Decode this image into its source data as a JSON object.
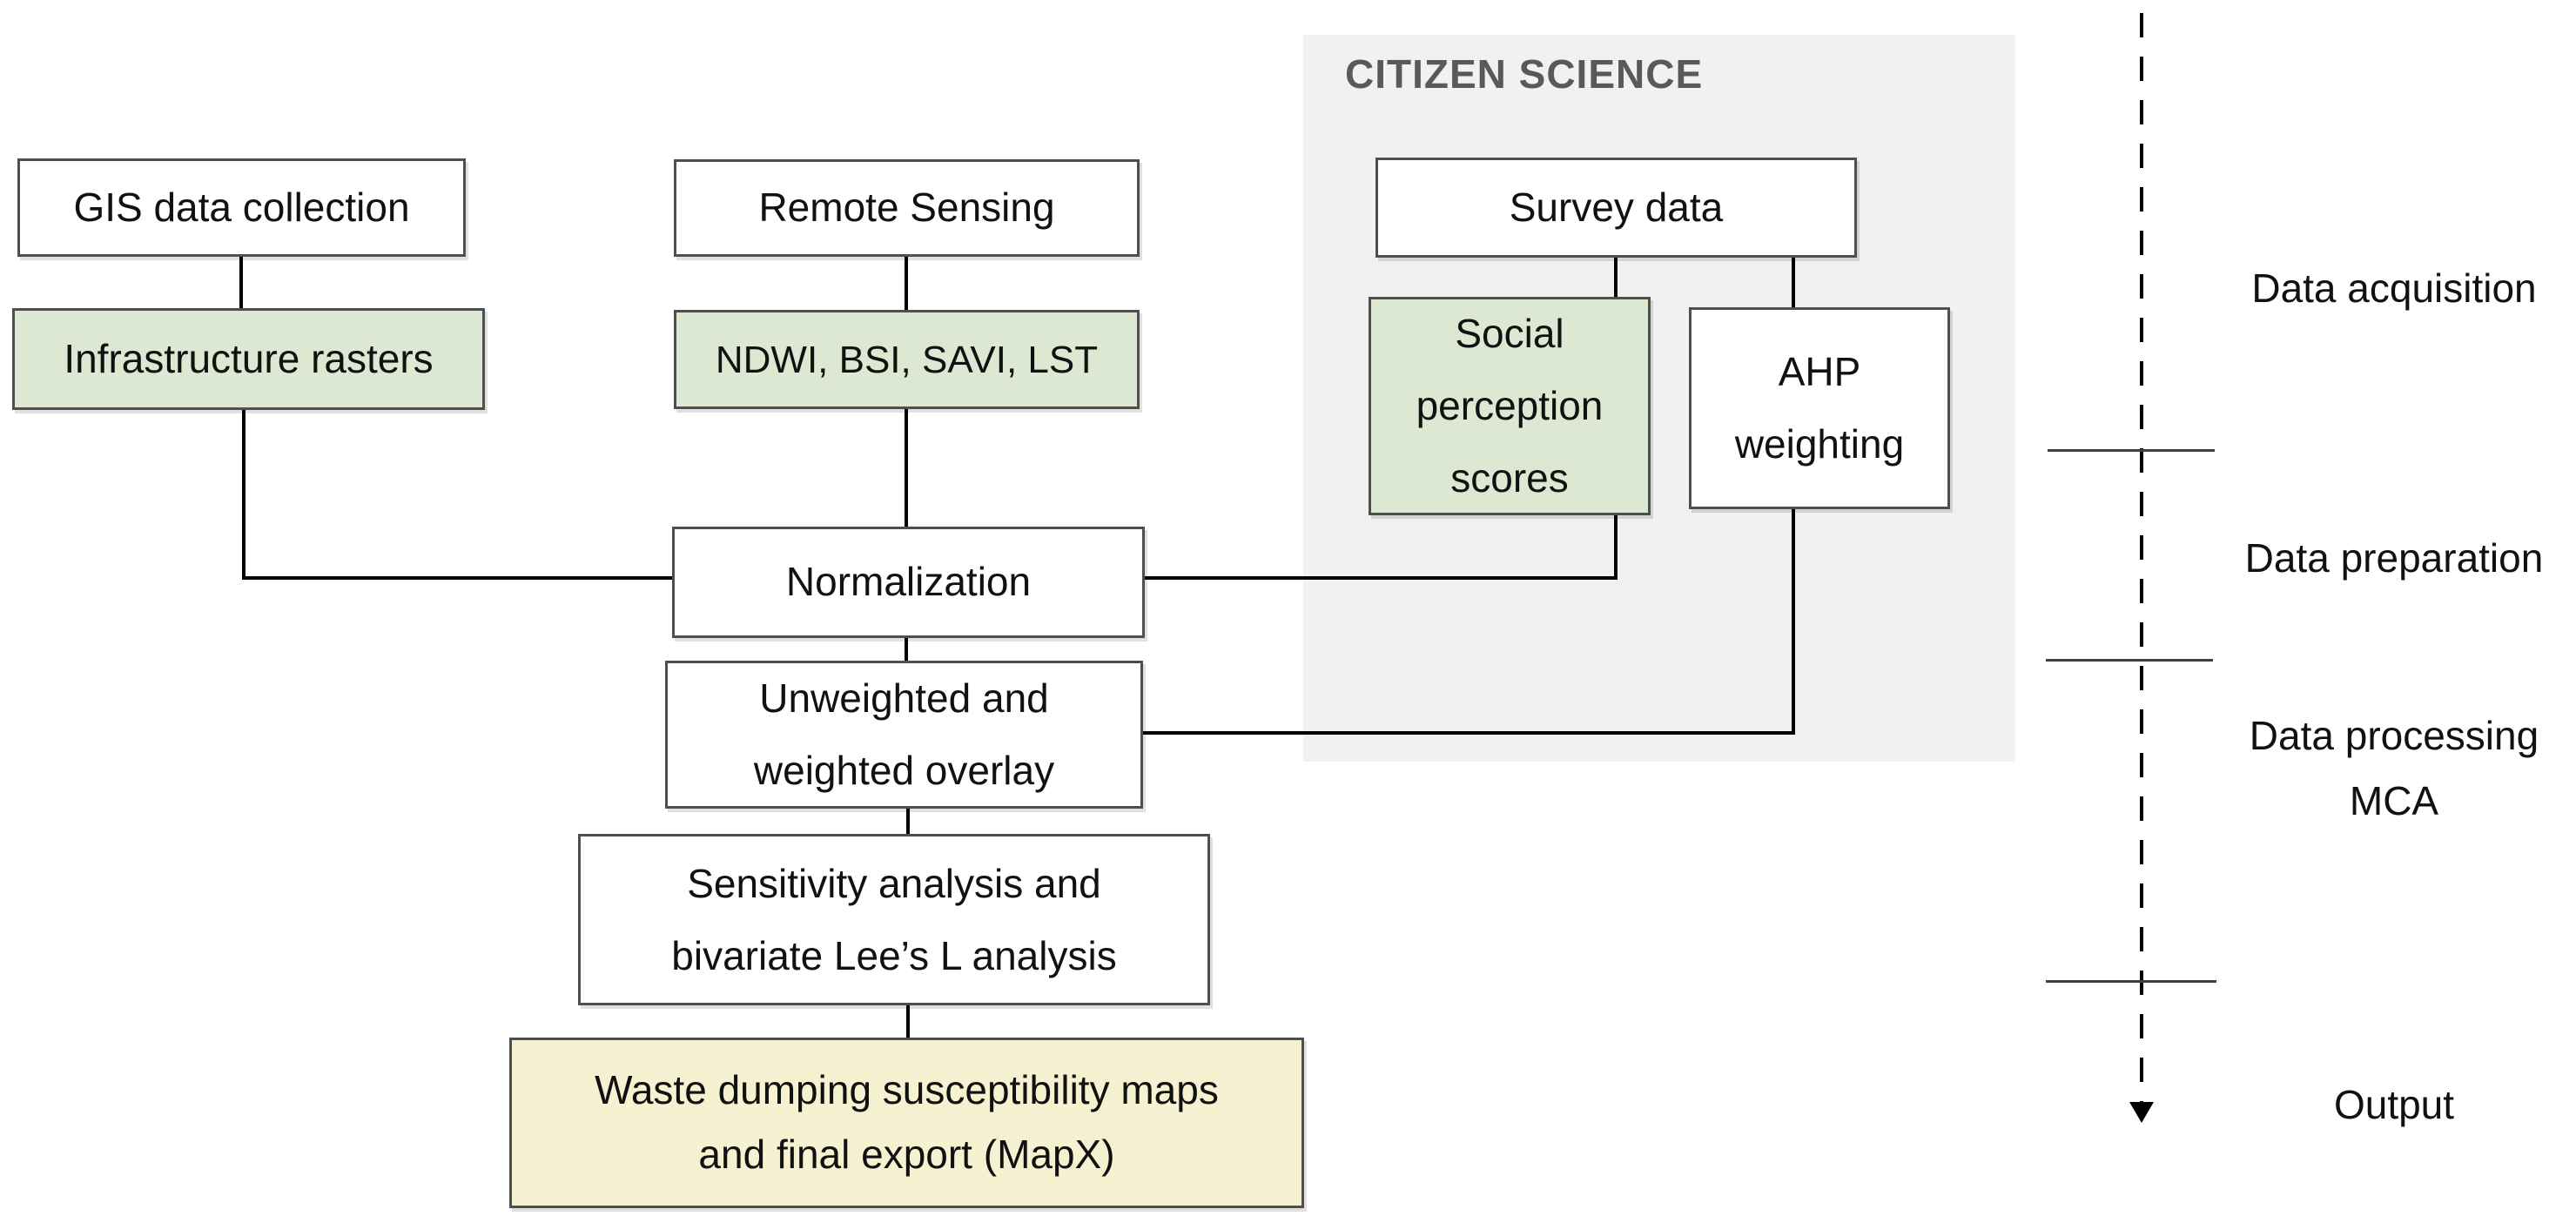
{
  "figure": {
    "region_label": "CITIZEN SCIENCE",
    "nodes": {
      "gis": {
        "label": "GIS data collection"
      },
      "infrastructure": {
        "label": "Infrastructure rasters"
      },
      "remote_sensing": {
        "label": "Remote Sensing"
      },
      "indices": {
        "label": "NDWI, BSI, SAVI, LST"
      },
      "survey": {
        "label": "Survey data"
      },
      "social": {
        "lines": [
          "Social",
          "perception",
          "scores"
        ]
      },
      "ahp": {
        "lines": [
          "AHP",
          "weighting"
        ]
      },
      "normalization": {
        "label": "Normalization"
      },
      "overlay": {
        "lines": [
          "Unweighted and",
          "weighted overlay"
        ]
      },
      "sensitivity": {
        "lines": [
          "Sensitivity analysis and",
          "bivariate Lee’s L analysis"
        ]
      },
      "waste_maps": {
        "lines": [
          "Waste dumping susceptibility maps",
          "and final export (MapX)"
        ]
      }
    },
    "phases": [
      {
        "label": "Data acquisition"
      },
      {
        "label": "Data preparation"
      },
      {
        "label": "Data processing",
        "sublabel": "MCA"
      },
      {
        "label": "Output"
      }
    ],
    "colors": {
      "green_fill": "#dce8d2",
      "yellow_fill": "#f6f1d0",
      "region_fill": "#f1f1f1",
      "box_border": "#4f4f4f",
      "connector": "#000000",
      "region_label_color": "#595959"
    }
  }
}
